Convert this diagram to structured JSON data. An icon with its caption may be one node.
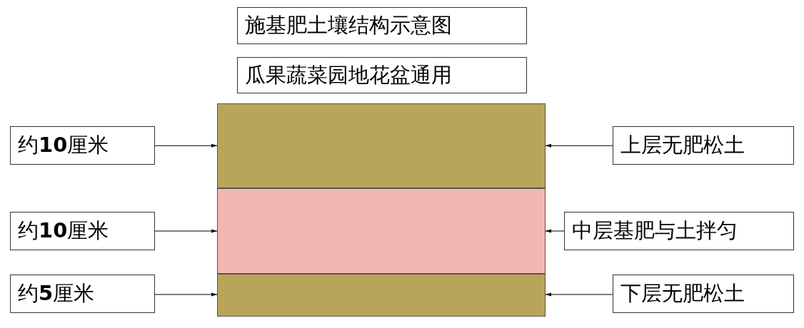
{
  "diagram": {
    "nodes": [
      {
        "text": [
          "施基肥土壤结构示意图"
        ]
      },
      {
        "text": [
          "瓜果蔬菜园地花盆通用"
        ]
      },
      {
        "text": [],
        "shape": "box"
      },
      {
        "text": [],
        "shape": "box"
      },
      {
        "text": [],
        "shape": "box"
      },
      {
        "text": [
          "约**10**厘米"
        ]
      },
      {
        "text": [
          "约**10**厘米"
        ]
      },
      {
        "text": [
          "约**5**厘米"
        ]
      },
      {
        "text": [
          "上层无肥松土"
        ]
      },
      {
        "text": [
          "中层基肥与土拌匀"
        ]
      },
      {
        "text": [
          "下层无肥松土"
        ]
      }
    ],
    "edges": [
      {
        "from": 5,
        "to": 2,
        "arrow": "to"
      },
      {
        "from": 6,
        "to": 3,
        "arrow": "to"
      },
      {
        "from": 7,
        "to": 4,
        "arrow": "to"
      },
      {
        "from": 8,
        "to": 2,
        "arrow": "to"
      },
      {
        "from": 9,
        "to": 3,
        "arrow": "to"
      },
      {
        "from": 10,
        "to": 4,
        "arrow": "to"
      }
    ]
  }
}
